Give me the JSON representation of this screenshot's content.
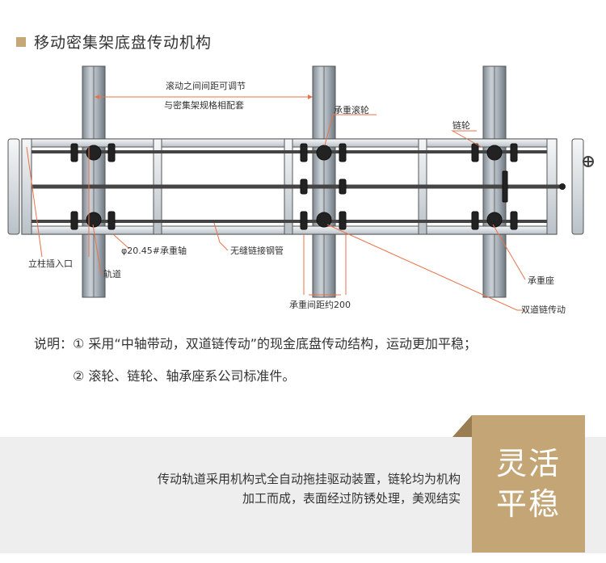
{
  "header": {
    "title": "移动密集架底盘传动机构"
  },
  "diagram": {
    "labels": {
      "adjust_1": "滚动之间间距可调节",
      "adjust_2": "与密集架规格相配套",
      "load_roller": "承重滚轮",
      "sprocket": "链轮",
      "axle": "φ20.45#承重轴",
      "pipe": "无缝链接钢管",
      "post_inlet": "立柱插入口",
      "rail": "轨道",
      "bearing_seat": "承重座",
      "spacing": "承重间距约200",
      "double_chain": "双道链传动"
    }
  },
  "notes": {
    "line1": "说明：① 采用“中轴带动，双道链传动”的现金底盘传动结构，运动更加平稳；",
    "line2": "② 滚轮、链轮、轴承座系公司标准件。"
  },
  "footer": {
    "desc_1": "传动轨道采用机构式全自动拖挂驱动装置，链轮均为机构",
    "desc_2": "加工而成，表面经过防锈处理，美观结实",
    "badge_1": "灵活",
    "badge_2": "平稳"
  },
  "colors": {
    "accent": "#c4a676",
    "accent_dark": "#9a7d50",
    "leader": "#e8734a",
    "rail": "#9aa3ad"
  }
}
